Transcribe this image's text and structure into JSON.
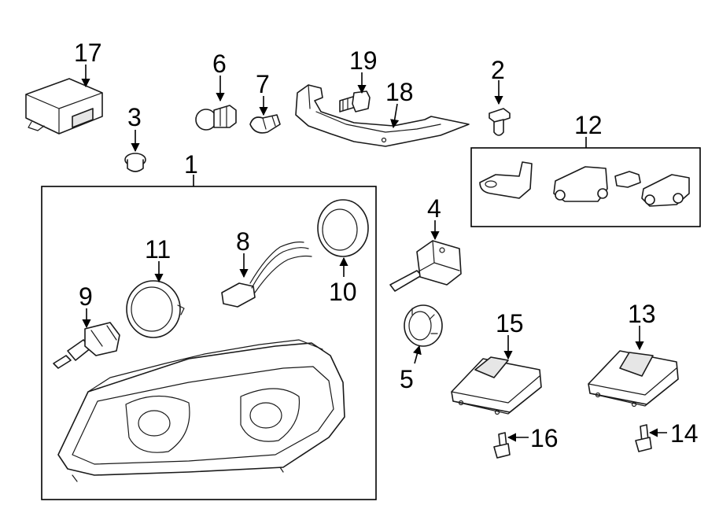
{
  "callouts": {
    "c1": "1",
    "c2": "2",
    "c3": "3",
    "c4": "4",
    "c5": "5",
    "c6": "6",
    "c7": "7",
    "c8": "8",
    "c9": "9",
    "c10": "10",
    "c11": "11",
    "c12": "12",
    "c13": "13",
    "c14": "14",
    "c15": "15",
    "c16": "16",
    "c17": "17",
    "c18": "18",
    "c19": "19"
  },
  "colors": {
    "line": "#1a1a1a",
    "fill": "#ffffff",
    "shade": "#e6e6e6"
  }
}
